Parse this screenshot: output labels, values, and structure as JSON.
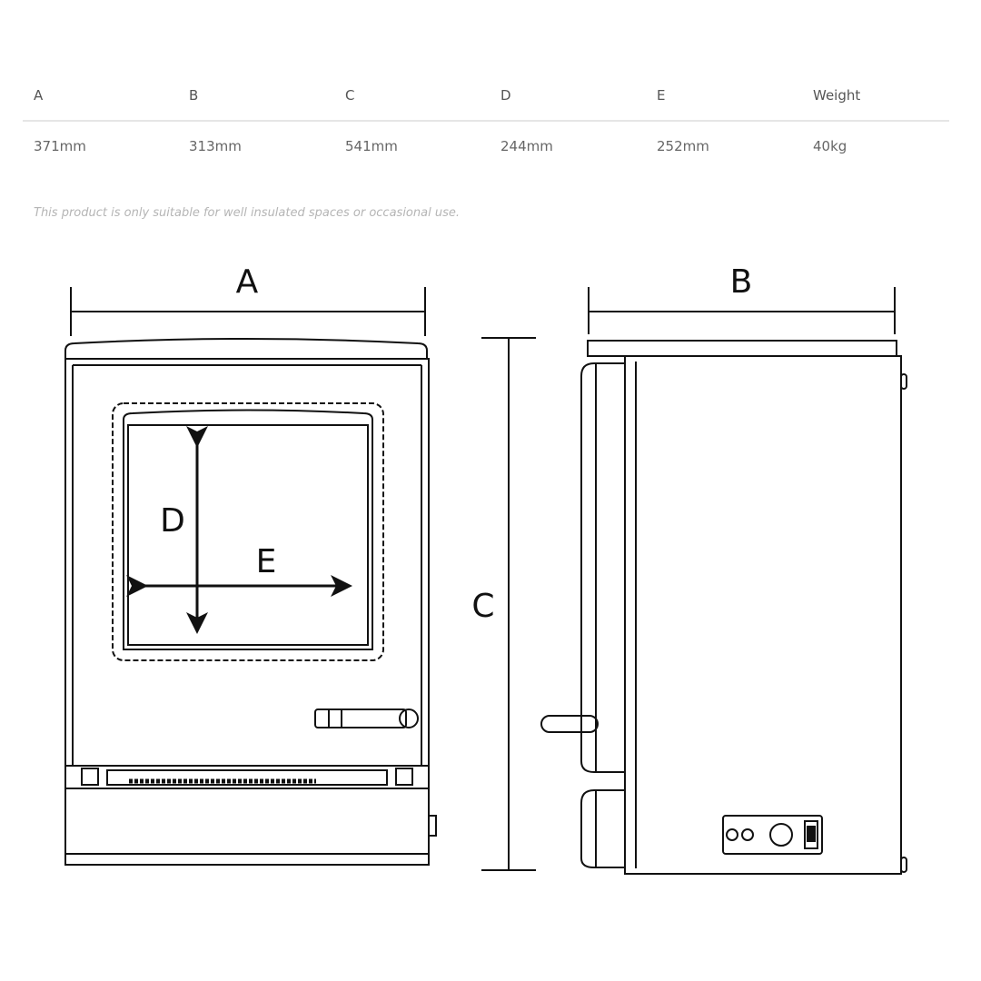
{
  "specs": {
    "headers": [
      "A",
      "B",
      "C",
      "D",
      "E",
      "Weight"
    ],
    "values": [
      "371mm",
      "313mm",
      "541mm",
      "244mm",
      "252mm",
      "40kg"
    ]
  },
  "note": "This product is only suitable for well insulated spaces or occasional use.",
  "diagram": {
    "labels": {
      "A": "A",
      "B": "B",
      "C": "C",
      "D": "D",
      "E": "E"
    }
  }
}
